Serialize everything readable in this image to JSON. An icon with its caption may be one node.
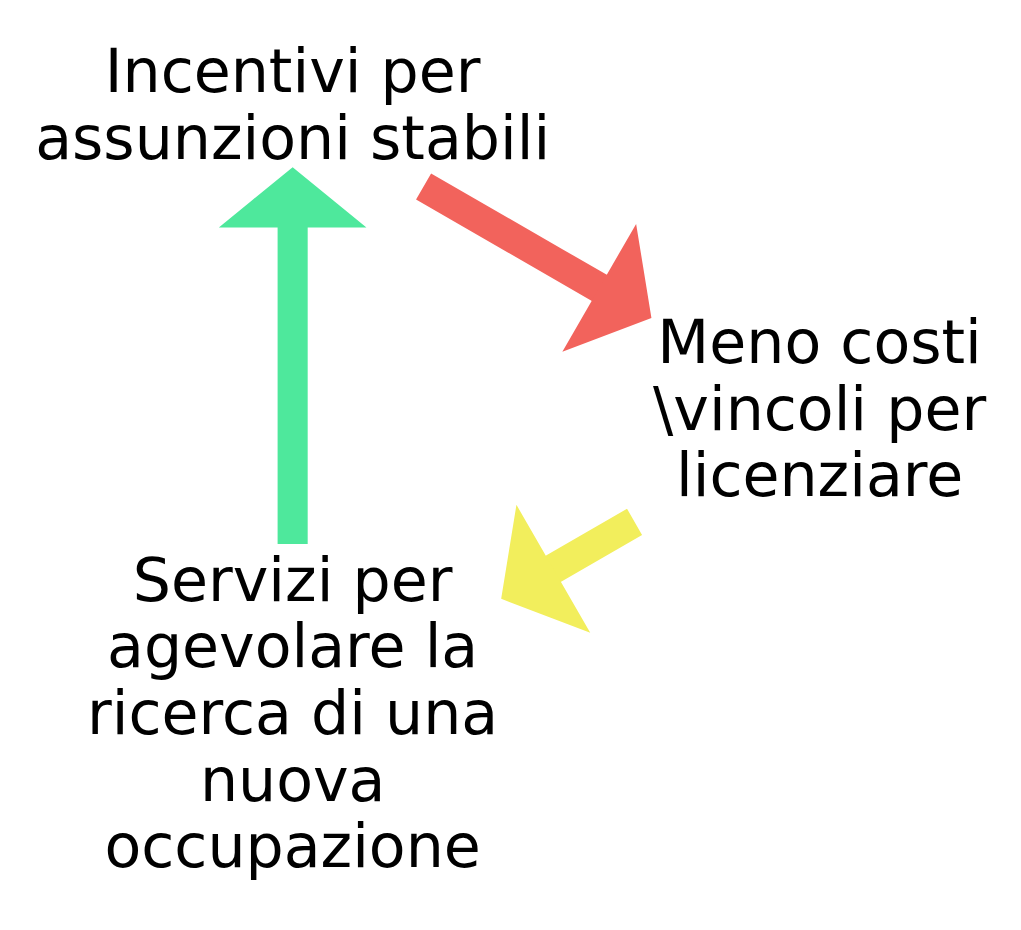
{
  "diagram": {
    "nodes": [
      {
        "text": [
          "Servizi per agevolare la ricerca di una nuova occupazione"
        ]
      },
      {
        "text": [
          "Incentivi per assunzioni stabili"
        ]
      },
      {
        "text": [
          "Meno costi \\vincoli per licenziare"
        ]
      }
    ],
    "edges": [
      {
        "from": 0,
        "to": 1,
        "arrow": "to",
        "color": "#4ee89c"
      },
      {
        "from": 1,
        "to": 2,
        "arrow": "to",
        "color": "#f2635c"
      },
      {
        "from": 2,
        "to": 0,
        "arrow": "to",
        "color": "#f2ee5c"
      }
    ]
  }
}
